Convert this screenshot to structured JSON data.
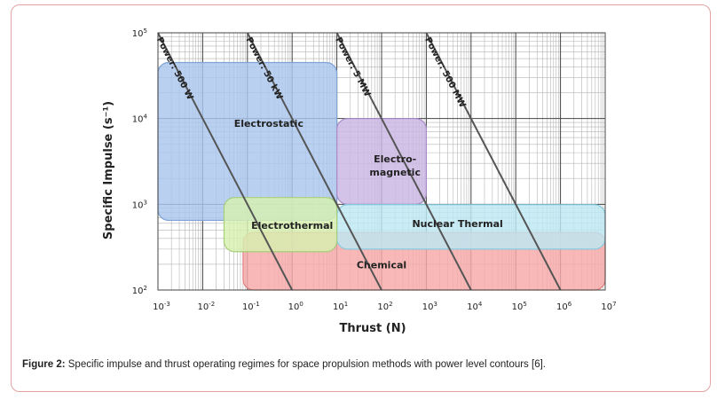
{
  "caption": {
    "label": "Figure 2:",
    "text": "Specific impulse and thrust operating regimes for space propulsion methods with power level contours [6]."
  },
  "chart_data": {
    "type": "area",
    "xlabel": "Thrust (N)",
    "ylabel": "Specific Impulse (s⁻¹)",
    "x_scale": "log",
    "y_scale": "log",
    "xlim": [
      0.001,
      10000000
    ],
    "ylim": [
      100,
      100000
    ],
    "grid": true,
    "x_ticks": [
      {
        "value": 0.001,
        "mant": "10",
        "exp": "-3"
      },
      {
        "value": 0.01,
        "mant": "10",
        "exp": "-2"
      },
      {
        "value": 0.1,
        "mant": "10",
        "exp": "-1"
      },
      {
        "value": 1,
        "mant": "10",
        "exp": "0"
      },
      {
        "value": 10,
        "mant": "10",
        "exp": "1"
      },
      {
        "value": 100,
        "mant": "10",
        "exp": "2"
      },
      {
        "value": 1000,
        "mant": "10",
        "exp": "3"
      },
      {
        "value": 10000,
        "mant": "10",
        "exp": "4"
      },
      {
        "value": 100000,
        "mant": "10",
        "exp": "5"
      },
      {
        "value": 1000000,
        "mant": "10",
        "exp": "6"
      },
      {
        "value": 10000000,
        "mant": "10",
        "exp": "7"
      }
    ],
    "y_ticks": [
      {
        "value": 100,
        "mant": "10",
        "exp": "2"
      },
      {
        "value": 1000,
        "mant": "10",
        "exp": "3"
      },
      {
        "value": 10000,
        "mant": "10",
        "exp": "4"
      },
      {
        "value": 100000,
        "mant": "10",
        "exp": "5"
      }
    ],
    "regions": [
      {
        "name": "Chemical",
        "x": [
          0.08,
          10000000
        ],
        "y": [
          100,
          470
        ],
        "fill": "#f7a8a8",
        "stroke": "#e07f7f"
      },
      {
        "name": "Electrostatic",
        "x": [
          0.001,
          10
        ],
        "y": [
          650,
          45000
        ],
        "fill": "#a9c6ee",
        "stroke": "#7fa3d6"
      },
      {
        "name": "Electro-\nmagnetic",
        "x": [
          10,
          1000
        ],
        "y": [
          1000,
          10000
        ],
        "fill": "#cbb6e3",
        "stroke": "#a78cc9"
      },
      {
        "name": "Nuclear Thermal",
        "x": [
          10,
          10000000
        ],
        "y": [
          300,
          990
        ],
        "fill": "#bde8f3",
        "stroke": "#85cbe0"
      },
      {
        "name": "Electrothermal",
        "x": [
          0.03,
          10
        ],
        "y": [
          280,
          1200
        ],
        "fill": "#d7f0b0",
        "stroke": "#a5cf78"
      }
    ],
    "series": [
      {
        "name": "Power: 500 W",
        "x": [
          0.002,
          1
        ],
        "y": [
          50000,
          100
        ]
      },
      {
        "name": "Power: 50 kW",
        "x": [
          0.2,
          100
        ],
        "y": [
          50000,
          100
        ]
      },
      {
        "name": "Power: 5 MW",
        "x": [
          20,
          10000
        ],
        "y": [
          50000,
          100
        ]
      },
      {
        "name": "Power: 500 MW",
        "x": [
          2000,
          1000000
        ],
        "y": [
          50000,
          100
        ]
      }
    ],
    "colors": {
      "grid_major": "#444444",
      "grid_minor": "#b5b5b5",
      "power_line": "#555555",
      "label_text": "#222222"
    }
  }
}
